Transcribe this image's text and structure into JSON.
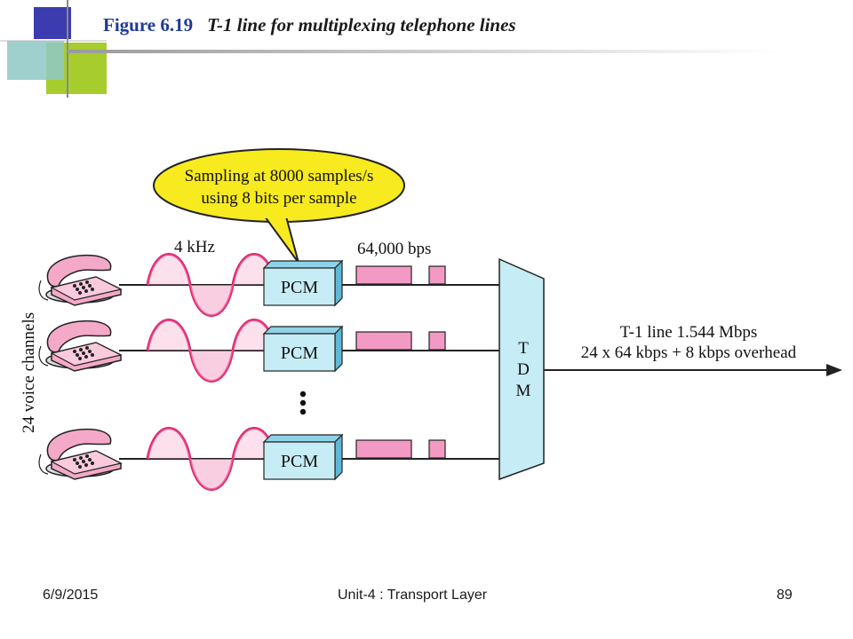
{
  "slide": {
    "figure_label": "Figure 6.19",
    "figure_caption": "T-1 line for multiplexing telephone lines"
  },
  "diagram": {
    "callout_line1": "Sampling at 8000 samples/s",
    "callout_line2": "using 8 bits per sample",
    "signal_label": "4 kHz",
    "bitrate_label": "64,000 bps",
    "side_label": "24 voice channels",
    "pcm_label": "PCM",
    "mux_letters": [
      "T",
      "D",
      "M"
    ],
    "output_line1": "T-1 line 1.544 Mbps",
    "output_line2": "24 x 64 kbps + 8 kbps overhead",
    "colors": {
      "callout_fill": "#f7ea1e",
      "box_fill": "#c6ecf5",
      "box_top": "#8fd3e8",
      "wave": "#e0246f",
      "wave_fill": "#f5a6c8",
      "bits": "#f39ac4",
      "phone": "#f4a9c8"
    }
  },
  "footer": {
    "date": "6/9/2015",
    "course": "Unit-4 : Transport Layer",
    "page": "89"
  }
}
